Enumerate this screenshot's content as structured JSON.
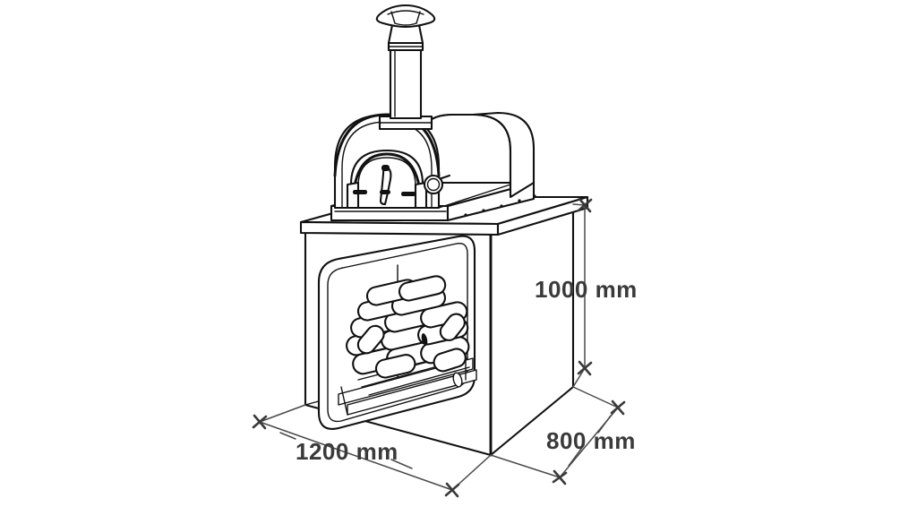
{
  "drawing": {
    "title": "Pizza oven with firewood storage base — dimensioned technical line drawing",
    "subject": "outdoor-wood-fired-pizza-oven",
    "style": "black-and-white-line-art",
    "background_color": "#ffffff",
    "line_color": "#111111",
    "dimension_line_color": "#4a4a4a",
    "label_color": "#3a3a3a"
  },
  "dimensions": {
    "width": {
      "value": "1200 mm",
      "axis": "width",
      "placement": "front-bottom-left-edge"
    },
    "depth": {
      "value": "800 mm",
      "axis": "depth",
      "placement": "front-bottom-right-edge"
    },
    "height": {
      "value": "1000 mm",
      "axis": "height",
      "placement": "right-vertical-edge"
    }
  },
  "components": {
    "chimney": "chimney-with-rain-cap",
    "dome": "barrel-vault-oven-dome",
    "door": "arched-oven-door-opening",
    "handle": "oven-door-handle",
    "gauge": "round-temperature-gauge",
    "counter": "countertop-slab",
    "cabinet": "base-cabinet",
    "opening": "rounded-rectangular-storage-opening",
    "firewood": "stacked-firewood-logs",
    "rack": "slatted-log-rack"
  }
}
